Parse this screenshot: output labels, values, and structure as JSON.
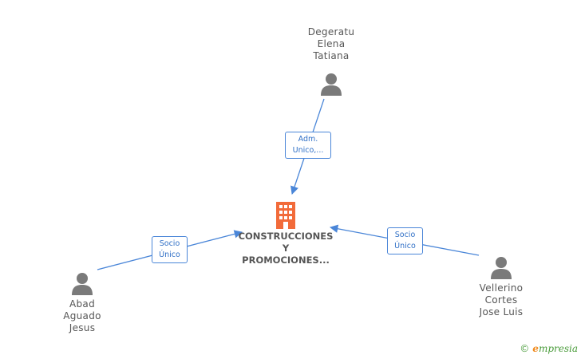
{
  "nodes": {
    "degeratu": {
      "name": "Degeratu\nElena\nTatiana"
    },
    "abad": {
      "name": "Abad\nAguado\nJesus"
    },
    "vellerino": {
      "name": "Vellerino\nCortes\nJose Luis"
    },
    "company": {
      "name": "CONSTRUCCIONES\nY\nPROMOCIONES..."
    }
  },
  "edges": {
    "degeratu": {
      "label": "Adm.\nUnico,..."
    },
    "abad": {
      "label": "Socio\nÚnico"
    },
    "vellerino": {
      "label": "Socio\nÚnico"
    }
  },
  "brand": {
    "copyright": "©",
    "initial": "e",
    "rest": "mpresia"
  },
  "colors": {
    "edge": "#4a86d8",
    "person": "#7a7a7a",
    "company": "#f26b3a"
  }
}
